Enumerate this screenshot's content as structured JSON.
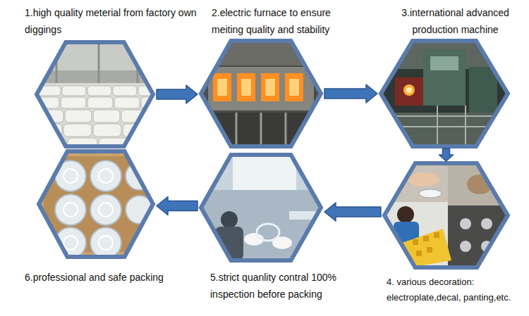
{
  "diagram": {
    "nodes": [
      {
        "text": [
          "1.high quality meterial from factory own diggings"
        ]
      },
      {
        "text": [
          "2.electric furnace to ensure meiting quality and stability"
        ]
      },
      {
        "text": [
          "3.international advanced production machine"
        ]
      },
      {
        "text": [
          "4. various decoration: electroplate,decal, panting,etc."
        ]
      },
      {
        "text": [
          "5.strict quanlity contral 100% inspection before packing"
        ]
      },
      {
        "text": [
          "6.professional and safe packing"
        ]
      }
    ],
    "edges": [
      {
        "from": 0,
        "to": 1,
        "arrow": "to"
      },
      {
        "from": 1,
        "to": 2,
        "arrow": "to"
      },
      {
        "from": 2,
        "to": 3,
        "arrow": "to"
      },
      {
        "from": 3,
        "to": 4,
        "arrow": "to"
      },
      {
        "from": 4,
        "to": 5,
        "arrow": "to"
      }
    ]
  }
}
